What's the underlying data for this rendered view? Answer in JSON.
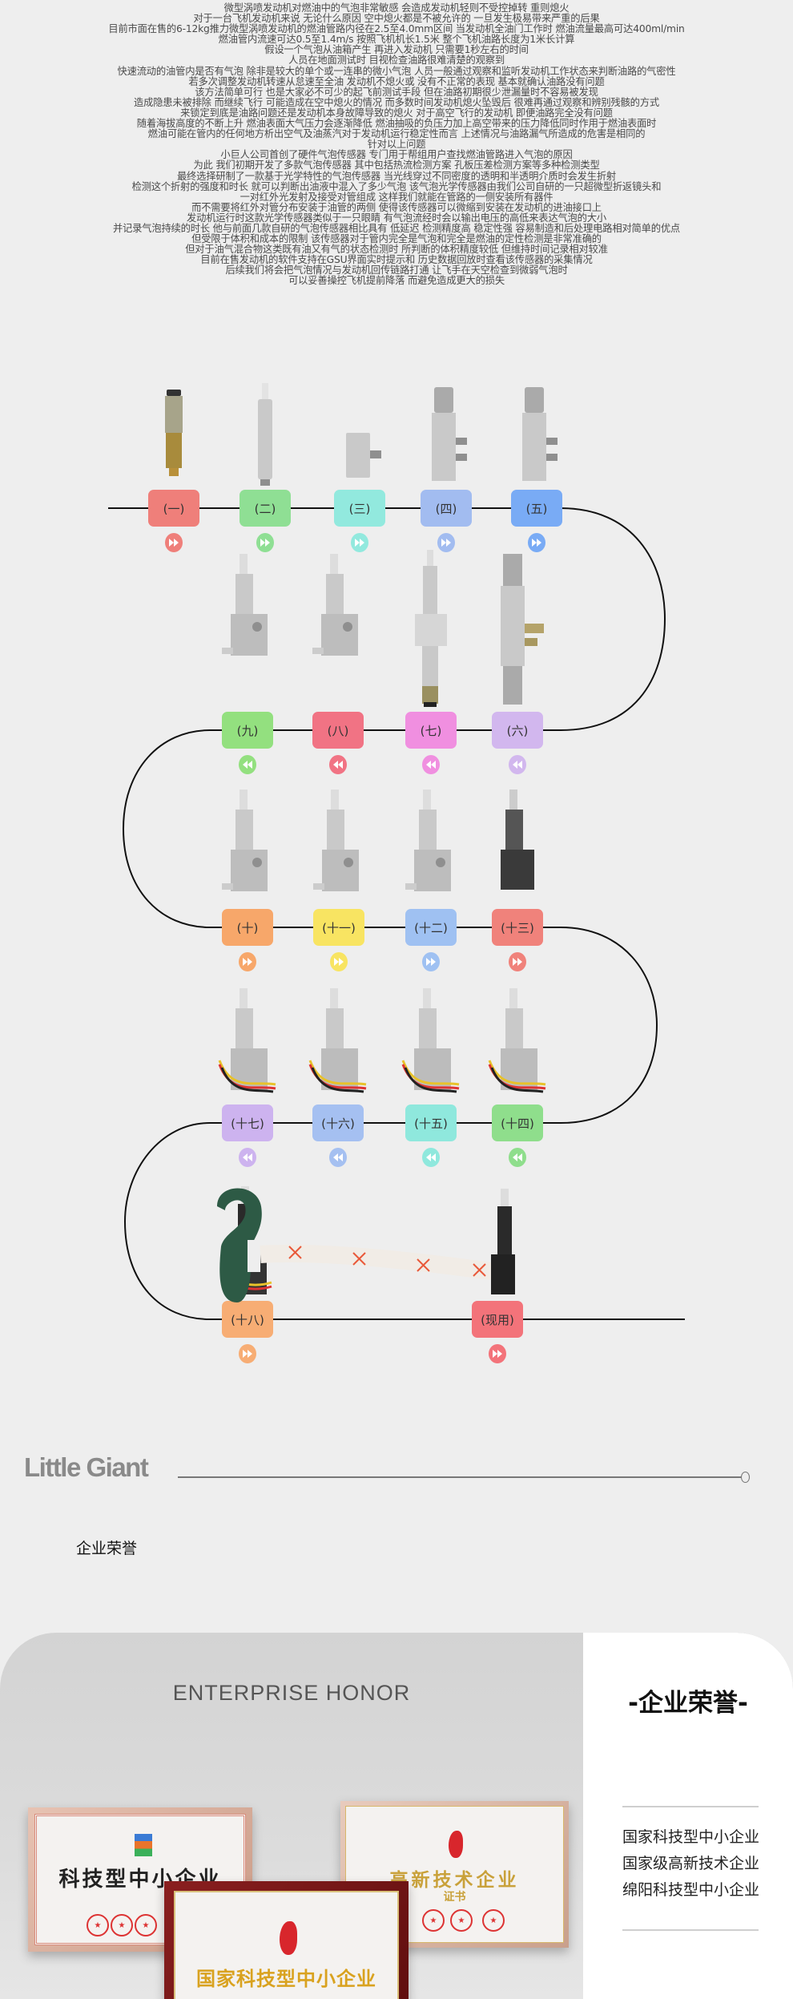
{
  "intro_lines": [
    "微型涡喷发动机对燃油中的气泡非常敏感  会造成发动机轻则不受控掉转  重则熄火",
    "对于一台飞机发动机来说  无论什么原因  空中熄火都是不被允许的  一旦发生极易带来严重的后果",
    "目前市面在售的6-12kg推力微型涡喷发动机的燃油管路内径在2.5至4.0mm区间  当发动机全油门工作时  燃油流量最高可达400ml/min",
    "燃油管内流速可达0.5至1.4m/s  按照飞机机长1.5米  整个飞机油路长度为1米长计算",
    "假设一个气泡从油箱产生  再进入发动机  只需要1秒左右的时间",
    "人员在地面测试时  目视检查油路很难清楚的观察到",
    "快速流动的油管内是否有气泡  除非是较大的单个或一连串的微小气泡  人员一般通过观察和监听发动机工作状态来判断油路的气密性",
    "若多次调整发动机转速从怠速至全油  发动机不熄火或  没有不正常的表现  基本就确认油路没有问题",
    "该方法简单可行  也是大家必不可少的起飞前测试手段  但在油路初期很少泄漏量时不容易被发现",
    "造成隐患未被排除  而继续飞行  可能造成在空中熄火的情况 而多数时间发动机熄火坠毁后  很难再通过观察和辨别残骸的方式",
    "来锁定到底是油路问题还是发动机本身故障导致的熄火  对于高空飞行的发动机  即便油路完全没有问题",
    "随着海拔高度的不断上升  燃油表面大气压力会逐渐降低  燃油抽吸的负压力加上高空带来的压力降低同时作用于燃油表面时",
    "燃油可能在管内的任何地方析出空气及油蒸汽对于发动机运行稳定性而言  上述情况与油路漏气所造成的危害是相同的",
    "针对以上问题",
    "小巨人公司首创了硬件气泡传感器 专门用于帮组用户查找燃油管路进入气泡的原因",
    "为此 我们初期开发了多款气泡传感器  其中包括热流检测方案  孔板压差检测方案等多种检测类型",
    "最终选择研制了一款基于光学特性的气泡传感器  当光线穿过不同密度的透明和半透明介质时会发生折射",
    "检测这个折射的强度和时长  就可以判断出油液中混入了多少气泡  该气泡光学传感器由我们公司自研的一只超微型折返镜头和",
    "一对红外光发射及接受对管组成  这样我们就能在管路的一侧安装所有器件",
    "而不需要将红外对管分布安装于油管的两侧  使得该传感器可以微缩到安装在发动机的进油接口上",
    "发动机运行时这款光学传感器类似于一只眼睛  有气泡流经时会以输出电压的高低来表达气泡的大小",
    "并记录气泡持续的时长  他与前面几款自研的气泡传感器相比具有  低延迟  检测精度高  稳定性强  容易制造和后处理电路相对简单的优点",
    "但受限于体积和成本的限制  该传感器对于管内完全是气泡和完全是燃油的定性检测是非常准确的",
    "但对于油气混合物这类既有油又有气的状态检测时  所判断的体积精度较低  但维持时间记录相对较准",
    "目前在售发动机的软件支持在GSU界面实时提示和  历史数据回放时查看该传感器的采集情况",
    "后续我们将会把气泡情况与发动机回传链路打通  让飞手在天空检查到微弱气泡时",
    "可以妥善操控飞机提前降落  而避免造成更大的损失"
  ],
  "timeline": [
    {
      "label": "(一)",
      "color": "#ef7f7a",
      "arrow": "forward",
      "material": "brass"
    },
    {
      "label": "(二)",
      "color": "#8fdf94",
      "arrow": "forward",
      "material": "silver-long"
    },
    {
      "label": "(三)",
      "color": "#92e9de",
      "arrow": "forward",
      "material": "silver-short"
    },
    {
      "label": "(四)",
      "color": "#a2bcf0",
      "arrow": "forward",
      "material": "knurled"
    },
    {
      "label": "(五)",
      "color": "#79abf5",
      "arrow": "forward",
      "material": "knurled"
    },
    {
      "label": "(六)",
      "color": "#d2b7ee",
      "arrow": "back",
      "material": "knurled-tall"
    },
    {
      "label": "(七)",
      "color": "#f08fe0",
      "arrow": "back",
      "material": "silver-tall"
    },
    {
      "label": "(八)",
      "color": "#f17384",
      "arrow": "back",
      "material": "block"
    },
    {
      "label": "(九)",
      "color": "#93e07f",
      "arrow": "back",
      "material": "block"
    },
    {
      "label": "(十)",
      "color": "#f7a76a",
      "arrow": "forward",
      "material": "block"
    },
    {
      "label": "(十一)",
      "color": "#f8e462",
      "arrow": "forward",
      "material": "block"
    },
    {
      "label": "(十二)",
      "color": "#9fc1f2",
      "arrow": "forward",
      "material": "block"
    },
    {
      "label": "(十三)",
      "color": "#f0827b",
      "arrow": "forward",
      "material": "block-dark"
    },
    {
      "label": "(十四)",
      "color": "#8fde8c",
      "arrow": "back",
      "material": "block-wire"
    },
    {
      "label": "(十五)",
      "color": "#8fe8dd",
      "arrow": "back",
      "material": "block-wire"
    },
    {
      "label": "(十六)",
      "color": "#a5c0f1",
      "arrow": "back",
      "material": "block-wire"
    },
    {
      "label": "(十七)",
      "color": "#cdb3ef",
      "arrow": "back",
      "material": "block-wire"
    },
    {
      "label": "(十八)",
      "color": "#f7ad74",
      "arrow": "forward",
      "material": "black-wire"
    },
    {
      "label": "(现用)",
      "color": "#f3737a",
      "arrow": "forward",
      "material": "pcb-cable"
    }
  ],
  "brand": {
    "name": "Little Giant"
  },
  "section_title": "企业荣誉",
  "honor": {
    "en_title": "ENTERPRISE HONOR",
    "cn_title": "-企业荣誉-",
    "items": [
      "国家科技型中小企业",
      "国家级高新技术企业",
      "绵阳科技型中小企业"
    ],
    "certificates": [
      {
        "title": "科技型中小企业"
      },
      {
        "title": "高新技术企业",
        "subtitle": "证书"
      },
      {
        "title": "国家科技型中小企业"
      }
    ]
  }
}
